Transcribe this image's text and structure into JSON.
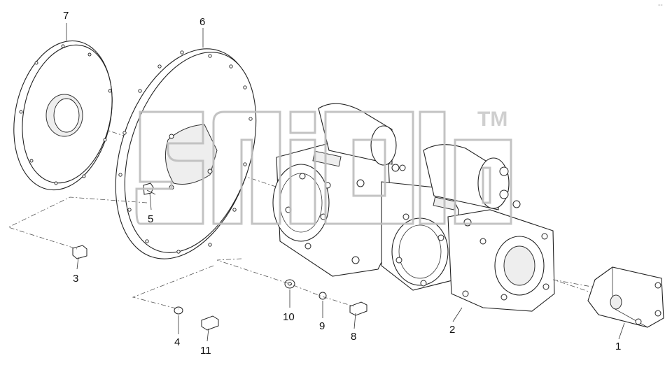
{
  "diagram": {
    "callouts": [
      {
        "id": "7",
        "label": "7"
      },
      {
        "id": "6",
        "label": "6"
      },
      {
        "id": "5",
        "label": "5"
      },
      {
        "id": "3",
        "label": "3"
      },
      {
        "id": "10",
        "label": "10"
      },
      {
        "id": "9",
        "label": "9"
      },
      {
        "id": "8",
        "label": "8"
      },
      {
        "id": "4",
        "label": "4"
      },
      {
        "id": "11",
        "label": "11"
      },
      {
        "id": "2",
        "label": "2"
      },
      {
        "id": "1",
        "label": "1"
      }
    ]
  },
  "watermark": {
    "text": "amaa",
    "tm": "TM"
  },
  "corner_mark": "--"
}
